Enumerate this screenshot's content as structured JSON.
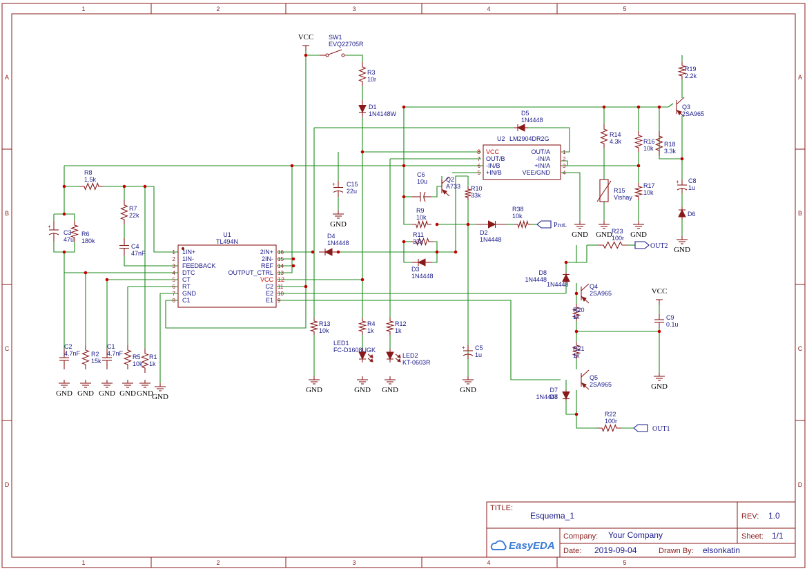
{
  "zones": {
    "columns": [
      "1",
      "2",
      "3",
      "4",
      "5"
    ],
    "rows": [
      "A",
      "B",
      "C",
      "D"
    ]
  },
  "power": {
    "vcc": "VCC",
    "gnd": "GND"
  },
  "nets": {
    "prot": "Prot.",
    "out1": "OUT1",
    "out2": "OUT2"
  },
  "u1": {
    "ref": "U1",
    "value": "TL494N",
    "left_pins": [
      {
        "n": "1",
        "name": "1IN+"
      },
      {
        "n": "2",
        "name": "1IN-"
      },
      {
        "n": "3",
        "name": "FEEDBACK"
      },
      {
        "n": "4",
        "name": "DTC"
      },
      {
        "n": "5",
        "name": "CT"
      },
      {
        "n": "6",
        "name": "RT"
      },
      {
        "n": "7",
        "name": "GND"
      },
      {
        "n": "8",
        "name": "C1"
      }
    ],
    "right_pins": [
      {
        "n": "16",
        "name": "2IN+"
      },
      {
        "n": "15",
        "name": "2IN-"
      },
      {
        "n": "14",
        "name": "REF"
      },
      {
        "n": "13",
        "name": "OUTPUT_CTRL"
      },
      {
        "n": "12",
        "name": "VCC"
      },
      {
        "n": "11",
        "name": "C2"
      },
      {
        "n": "10",
        "name": "E2"
      },
      {
        "n": "9",
        "name": "E1"
      }
    ]
  },
  "u2": {
    "ref": "U2",
    "value": "LM2904DR2G",
    "left_pins": [
      {
        "n": "8",
        "name": "VCC"
      },
      {
        "n": "7",
        "name": "OUT/B"
      },
      {
        "n": "6",
        "name": "-IN/B"
      },
      {
        "n": "5",
        "name": "+IN/B"
      }
    ],
    "right_pins": [
      {
        "n": "1",
        "name": "OUT/A"
      },
      {
        "n": "2",
        "name": "-IN/A"
      },
      {
        "n": "3",
        "name": "+IN/A"
      },
      {
        "n": "4",
        "name": "VEE/GND"
      }
    ]
  },
  "parts": {
    "sw1": {
      "ref": "SW1",
      "value": "EVQ22705R"
    },
    "r3": {
      "ref": "R3",
      "value": "10r"
    },
    "d1": {
      "ref": "D1",
      "value": "1N4148W"
    },
    "r8": {
      "ref": "R8",
      "value": "1.5k"
    },
    "r7": {
      "ref": "R7",
      "value": "22k"
    },
    "c4": {
      "ref": "C4",
      "value": "47nF"
    },
    "c3": {
      "ref": "C3",
      "value": "47u"
    },
    "r6": {
      "ref": "R6",
      "value": "180k"
    },
    "c2": {
      "ref": "C2",
      "value": "4.7nF"
    },
    "r2": {
      "ref": "R2",
      "value": "15k"
    },
    "c1": {
      "ref": "C1",
      "value": "4.7nF"
    },
    "r5": {
      "ref": "R5",
      "value": "10k"
    },
    "r1": {
      "ref": "R1",
      "value": "1k"
    },
    "c15": {
      "ref": "C15",
      "value": "22u"
    },
    "d4": {
      "ref": "D4",
      "value": "1N4448"
    },
    "c6": {
      "ref": "C6",
      "value": "10u"
    },
    "q2": {
      "ref": "Q2",
      "value": "A733"
    },
    "r10": {
      "ref": "R10",
      "value": "33k"
    },
    "r9": {
      "ref": "R9",
      "value": "10k"
    },
    "d2": {
      "ref": "D2",
      "value": "1N4448"
    },
    "r38": {
      "ref": "R38",
      "value": "10k"
    },
    "r11": {
      "ref": "R11",
      "value": "33k"
    },
    "d3": {
      "ref": "D3",
      "value": "1N4448"
    },
    "r13": {
      "ref": "R13",
      "value": "10k"
    },
    "r4": {
      "ref": "R4",
      "value": "1k"
    },
    "r12": {
      "ref": "R12",
      "value": "1k"
    },
    "led1": {
      "ref": "LED1",
      "value": "FC-D1608UGK"
    },
    "led2": {
      "ref": "LED2",
      "value": "KT-0603R"
    },
    "c5": {
      "ref": "C5",
      "value": "1u"
    },
    "d5": {
      "ref": "D5",
      "value": "1N4448"
    },
    "r14": {
      "ref": "R14",
      "value": "4.3k"
    },
    "r15": {
      "ref": "R15",
      "value": "Vishay"
    },
    "r16": {
      "ref": "R16",
      "value": "10k"
    },
    "r17": {
      "ref": "R17",
      "value": "10k"
    },
    "r18": {
      "ref": "R18",
      "value": "3.3k"
    },
    "r19": {
      "ref": "R19",
      "value": "2.2k"
    },
    "q3": {
      "ref": "Q3",
      "value": "2SA965"
    },
    "c8": {
      "ref": "C8",
      "value": "1u"
    },
    "d6": {
      "ref": "D6",
      "value": ""
    },
    "r23": {
      "ref": "R23",
      "value": "100r"
    },
    "d8": {
      "ref": "D8",
      "value": "1N4448"
    },
    "q4": {
      "ref": "Q4",
      "value": "2SA965"
    },
    "r20": {
      "ref": "R20",
      "value": "1k"
    },
    "r21": {
      "ref": "R21",
      "value": "1k"
    },
    "c9": {
      "ref": "C9",
      "value": "0.1u"
    },
    "q5": {
      "ref": "Q5",
      "value": "2SA965"
    },
    "d7": {
      "ref": "D7",
      "value": "1N4448"
    },
    "r22": {
      "ref": "R22",
      "value": "100r"
    }
  },
  "title_block": {
    "title_label": "TITLE:",
    "title": "Esquema_1",
    "rev_label": "REV:",
    "rev": "1.0",
    "company_label": "Company:",
    "company": "Your Company",
    "sheet_label": "Sheet:",
    "sheet": "1/1",
    "date_label": "Date:",
    "date": "2019-09-04",
    "drawn_label": "Drawn By:",
    "drawn_by": "elsonkatin",
    "logo": "EasyEDA"
  }
}
